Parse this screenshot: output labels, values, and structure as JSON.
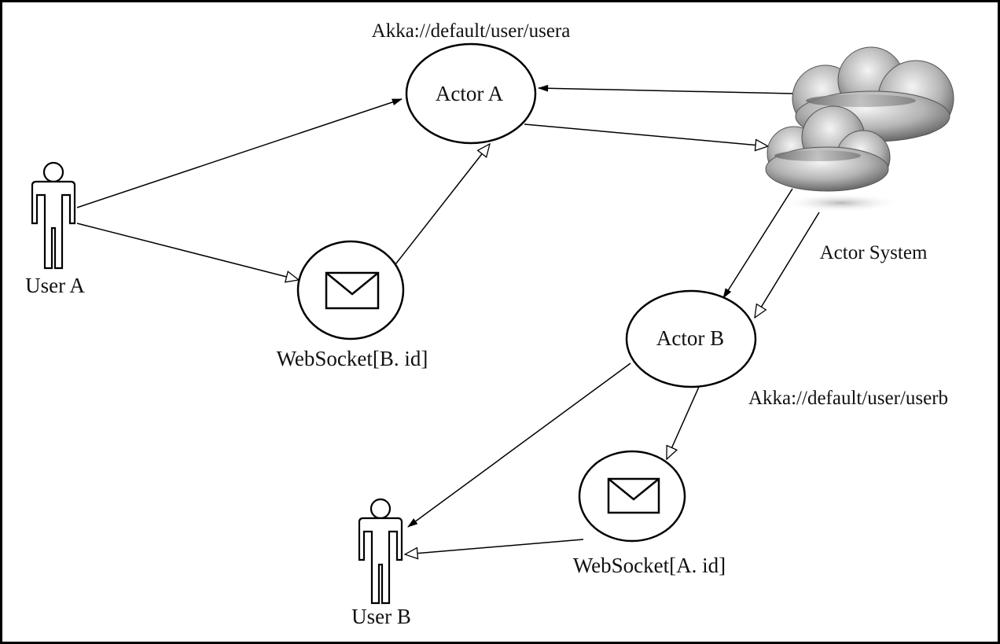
{
  "labels": {
    "path_a": "Akka://default/user/usera",
    "path_b": "Akka://default/user/userb",
    "actor_a": "Actor A",
    "actor_b": "Actor B",
    "user_a": "User A",
    "user_b": "User B",
    "websocket_b": "WebSocket[B. id]",
    "websocket_a": "WebSocket[A. id]",
    "actor_system": "Actor System"
  },
  "icons": {
    "user": "person-icon",
    "websocket": "envelope-icon",
    "actor_system": "cloud-icon"
  },
  "colors": {
    "stroke": "#000000",
    "background": "#ffffff"
  }
}
